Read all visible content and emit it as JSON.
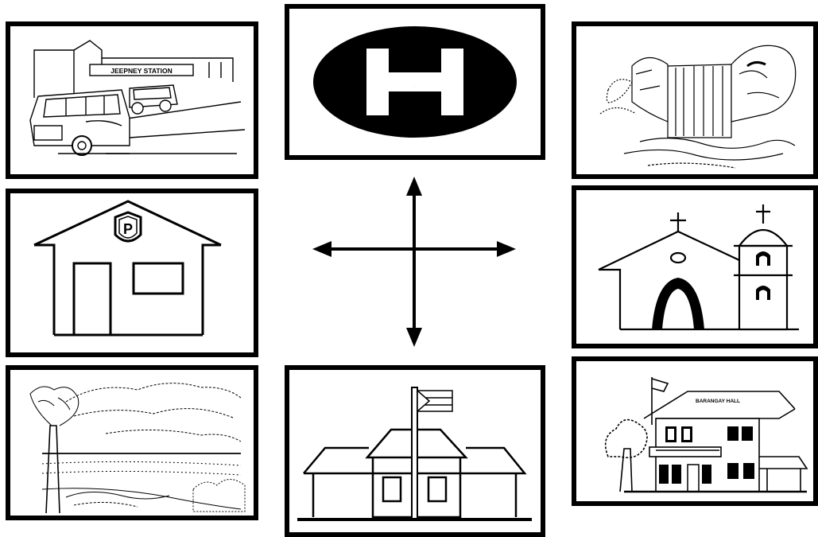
{
  "cards": {
    "terminal": {
      "sign_text": "JEEPNEY STATION"
    },
    "police": {
      "badge_letter": "P"
    },
    "hospital": {
      "letter": "H"
    },
    "hall": {
      "sign_text": "BARANGAY HALL"
    }
  },
  "icons": {
    "compass": "four-direction-arrows",
    "terminal": "jeepney-station",
    "hospital": "hospital-sign",
    "waterfall": "waterfall",
    "police": "police-station",
    "church": "church",
    "beach": "beach",
    "school": "school-with-flag",
    "hall": "barangay-hall"
  },
  "colors": {
    "ink": "#000000",
    "paper": "#ffffff"
  }
}
